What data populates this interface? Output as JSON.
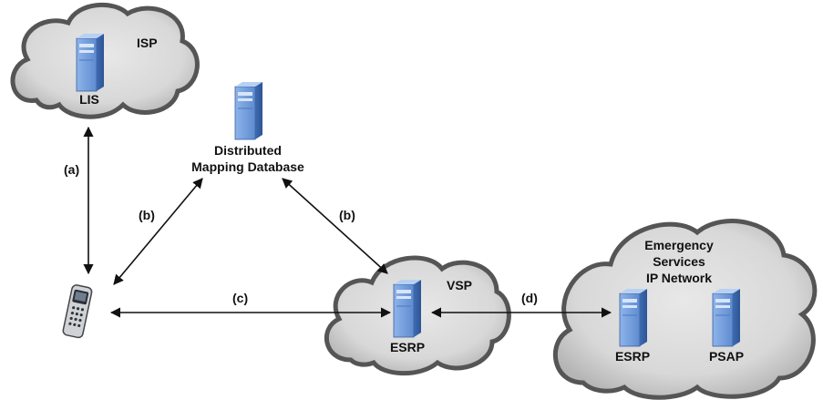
{
  "clouds": {
    "isp": {
      "name": "ISP",
      "server": "LIS"
    },
    "vsp": {
      "name": "VSP",
      "server": "ESRP"
    },
    "es_net": {
      "title_lines": [
        "Emergency",
        "Services",
        "IP Network"
      ],
      "server_left": "ESRP",
      "server_right": "PSAP"
    }
  },
  "database": {
    "title_lines": [
      "Distributed",
      "Mapping Database"
    ]
  },
  "links": {
    "a": "(a)",
    "b_left": "(b)",
    "b_right": "(b)",
    "c": "(c)",
    "d": "(d)"
  },
  "icons": [
    "server-icon",
    "phone-icon",
    "cloud-icon"
  ],
  "colors": {
    "cloud_fill": "#dcdcdc",
    "cloud_shadow": "#555555",
    "server_blue": "#6f98d6",
    "arrow": "#111111"
  }
}
